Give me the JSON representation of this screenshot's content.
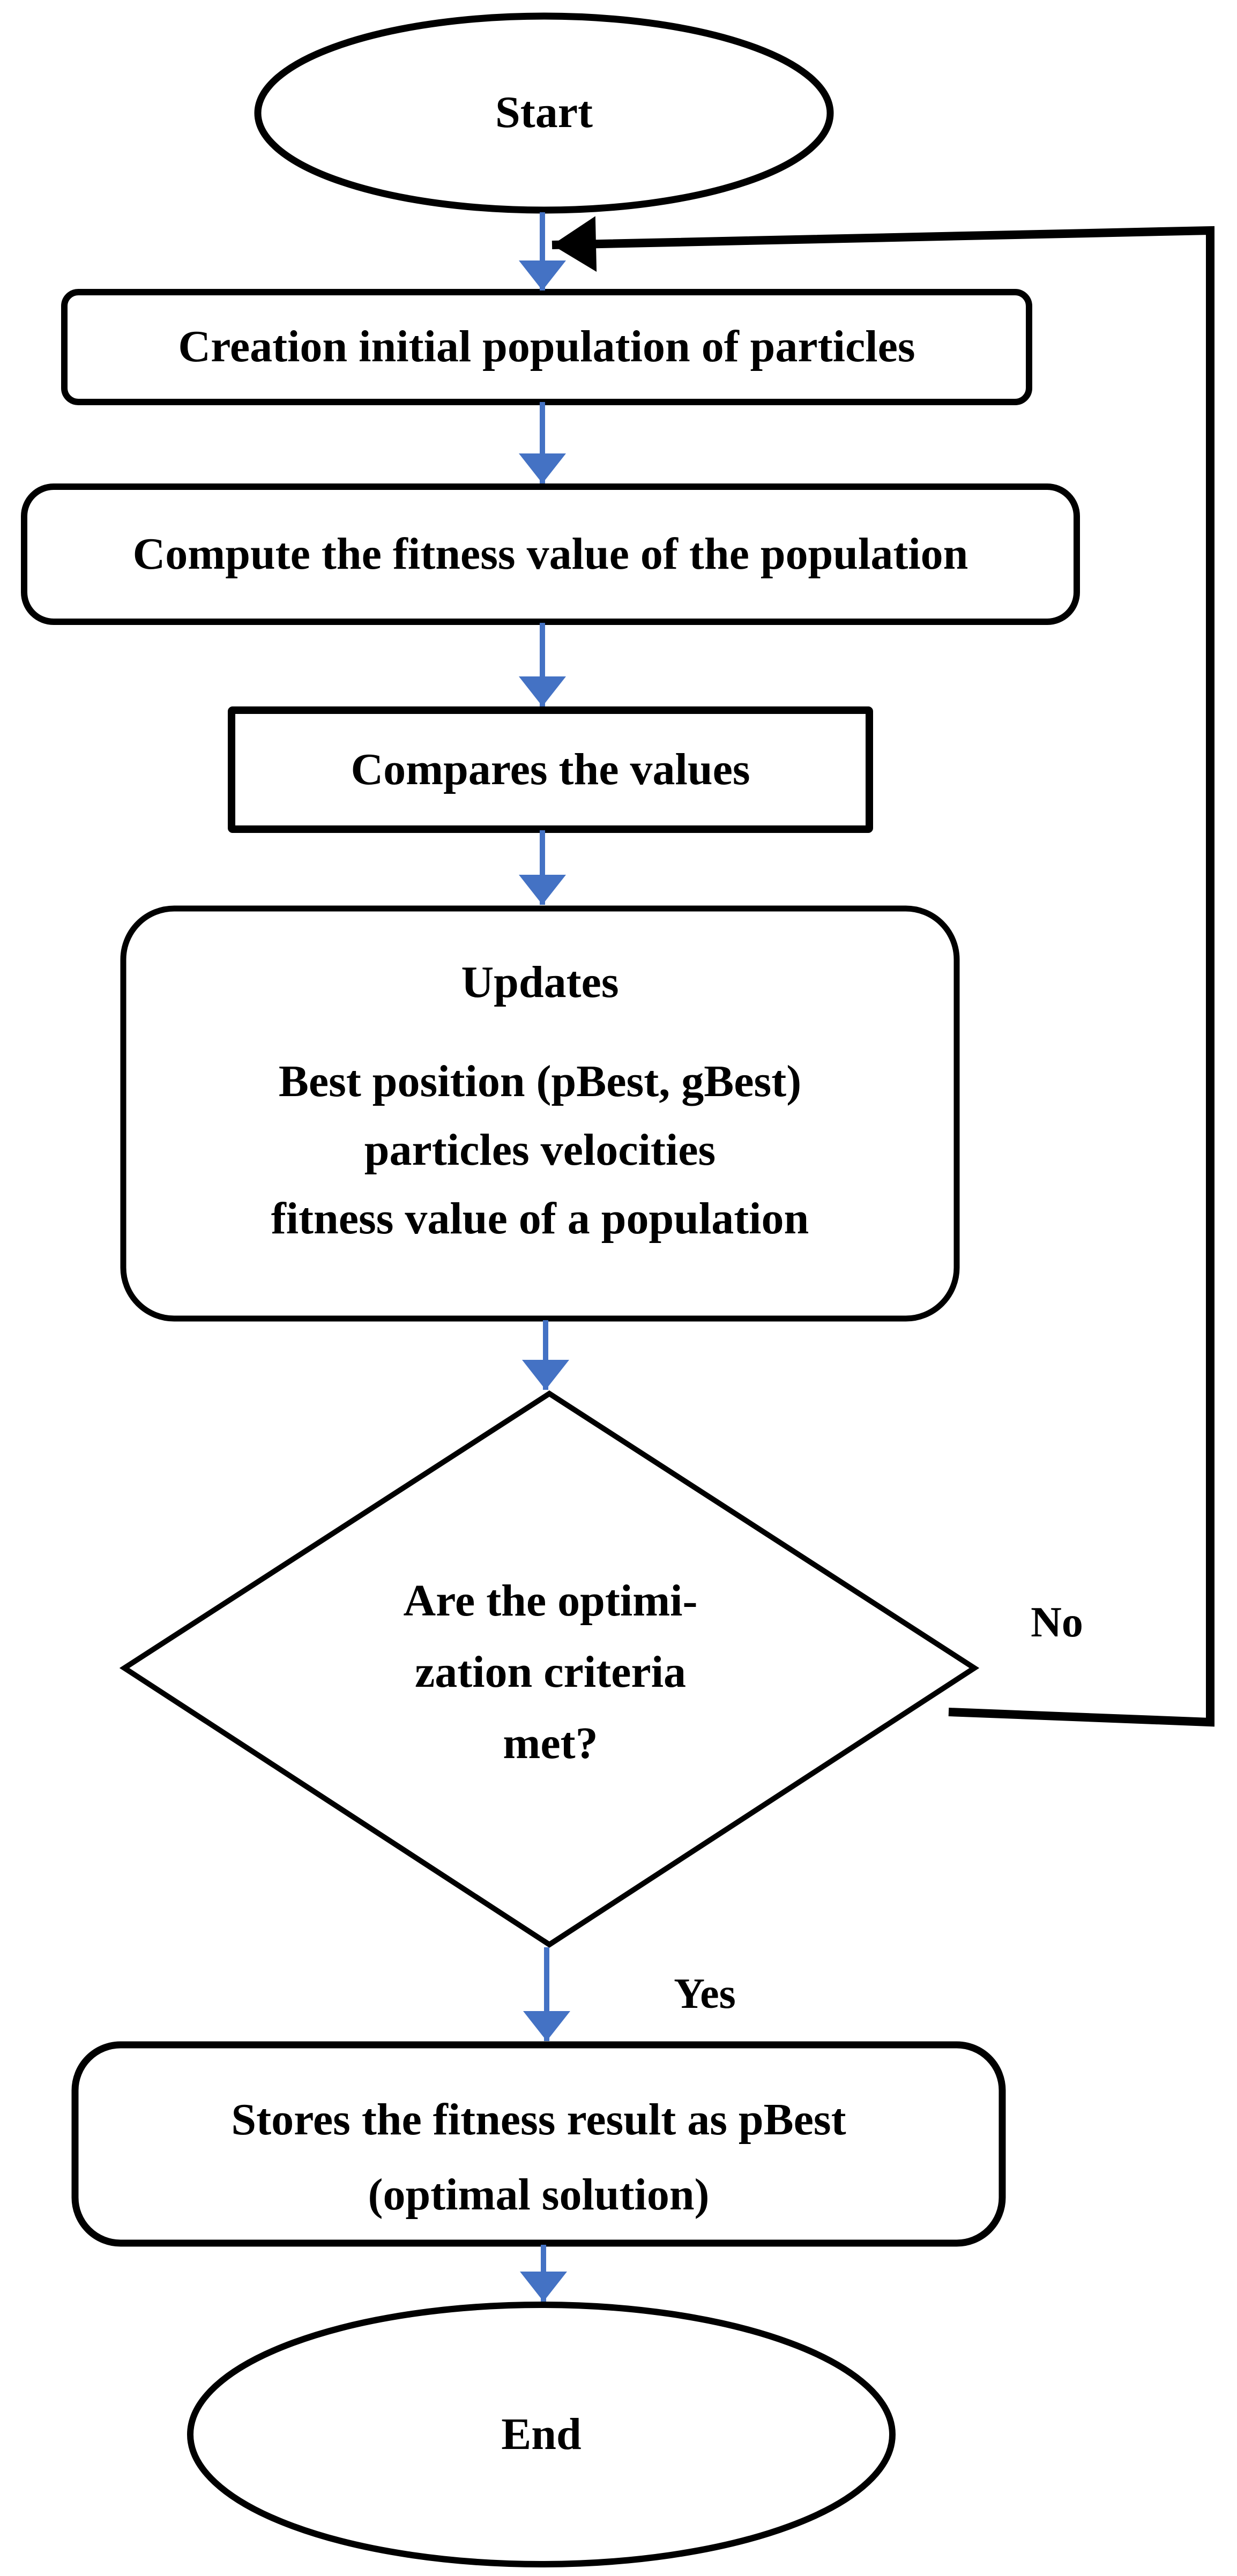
{
  "flowchart": {
    "background_color": "#ffffff",
    "shape_outline_color": "#000000",
    "text_color": "#000000",
    "arrow_color": "#4472C4",
    "feedback_arrow_color": "#000000",
    "nodes": {
      "start": {
        "shape": "ellipse",
        "label": "Start"
      },
      "create_population": {
        "shape": "rounded-rectangle",
        "label": "Creation initial population of particles"
      },
      "compute_fitness": {
        "shape": "rounded-rectangle",
        "label": "Compute the fitness value of the population"
      },
      "compare_values": {
        "shape": "rectangle",
        "label": "Compares the values"
      },
      "updates": {
        "shape": "rounded-rectangle",
        "heading": "Updates",
        "lines": [
          "Best position (pBest, gBest)",
          "particles velocities",
          "fitness value of a population"
        ]
      },
      "decision": {
        "shape": "diamond",
        "lines": [
          "Are the optimi-",
          "zation criteria",
          "met?"
        ]
      },
      "store_result": {
        "shape": "rounded-rectangle",
        "lines": [
          "Stores the fitness result as pBest",
          "(optimal solution)"
        ]
      },
      "end": {
        "shape": "ellipse",
        "label": "End"
      }
    },
    "branch_labels": {
      "no": "No",
      "yes": "Yes"
    }
  }
}
